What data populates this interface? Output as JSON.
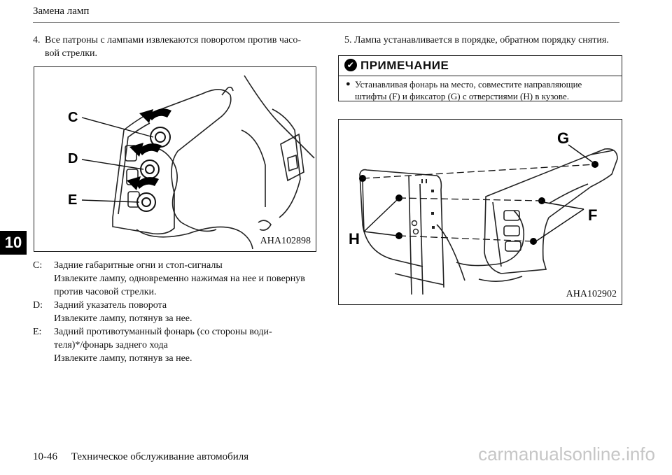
{
  "header": {
    "title": "Замена ламп",
    "chapter_tab": "10"
  },
  "step4": {
    "number": "4.",
    "line1": "Все патроны с лампами извлекаются поворотом против часо-",
    "line2": "вой стрелки."
  },
  "figure1": {
    "code": "AHA102898",
    "callouts": {
      "c": "C",
      "d": "D",
      "e": "E"
    }
  },
  "captions": [
    {
      "key": "C:",
      "lines": [
        "Задние габаритные огни и стоп-сигналы",
        "Извлеките лампу, одновременно нажимая на нее и повернув",
        "против часовой стрелки."
      ]
    },
    {
      "key": "D:",
      "lines": [
        "Задний указатель поворота",
        "Извлеките лампу, потянув за нее."
      ]
    },
    {
      "key": "E:",
      "lines": [
        "Задний противотуманный фонарь (со стороны води-",
        "теля)*/фонарь заднего хода",
        "Извлеките лампу, потянув за нее."
      ]
    }
  ],
  "step5": {
    "text": "5. Лампа устанавливается в порядке, обратном порядку снятия."
  },
  "note": {
    "title": "ПРИМЕЧАНИЕ",
    "bullet": "●",
    "text": "Устанавливая фонарь на место, совместите направляющие штифты (F) и фиксатор (G) с отверстиями (H) в кузове."
  },
  "figure2": {
    "code": "AHA102902",
    "callouts": {
      "g": "G",
      "f": "F",
      "h": "H"
    }
  },
  "footer": {
    "page": "10-46",
    "section": "Техническое обслуживание автомобиля"
  },
  "watermark": "carmanualsonline.info"
}
